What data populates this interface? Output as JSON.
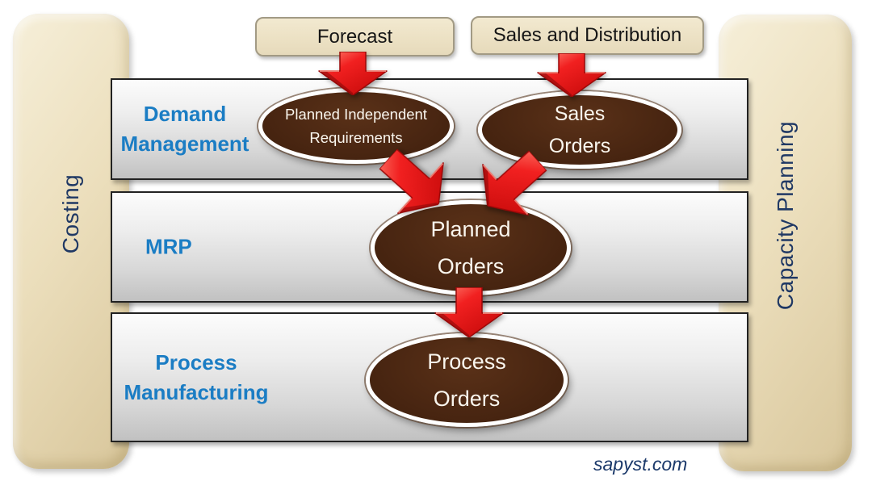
{
  "watermark": {
    "text": "sapyst.com"
  },
  "top_boxes": [
    {
      "label": "Forecast"
    },
    {
      "label": "Sales and Distribution"
    }
  ],
  "side_bars": [
    {
      "label": "Costing"
    },
    {
      "label": "Capacity Planning"
    }
  ],
  "bands": [
    {
      "label": "Demand Management",
      "label_lines": [
        "Demand",
        "Management"
      ],
      "ellipses": [
        {
          "lines": [
            "Planned Independent",
            "Requirements"
          ]
        },
        {
          "lines": [
            "Sales",
            "Orders"
          ]
        }
      ]
    },
    {
      "label": "MRP",
      "label_lines": [
        "MRP"
      ],
      "ellipses": [
        {
          "lines": [
            "Planned",
            "Orders"
          ]
        }
      ]
    },
    {
      "label": "Process Manufacturing",
      "label_lines": [
        "Process",
        "Manufacturing"
      ],
      "ellipses": [
        {
          "lines": [
            "Process",
            "Orders"
          ]
        }
      ]
    }
  ],
  "arrows": [
    {
      "name": "forecast-to-planned-independent-requirements",
      "direction": "down"
    },
    {
      "name": "sales-distribution-to-sales-orders",
      "direction": "down"
    },
    {
      "name": "planned-independent-requirements-to-planned-orders",
      "direction": "down-right"
    },
    {
      "name": "sales-orders-to-planned-orders",
      "direction": "down-left"
    },
    {
      "name": "planned-orders-to-process-orders",
      "direction": "down"
    }
  ],
  "colors": {
    "band_label_blue": "#1b7dc4",
    "ellipse_brown": "#47240f",
    "arrow_red": "#ed1c1c",
    "panel_tan": "#ecdfbd",
    "navy_text": "#1f3864",
    "band_gray_top": "#fbfbfb",
    "band_gray_bottom": "#c1c1c1"
  }
}
